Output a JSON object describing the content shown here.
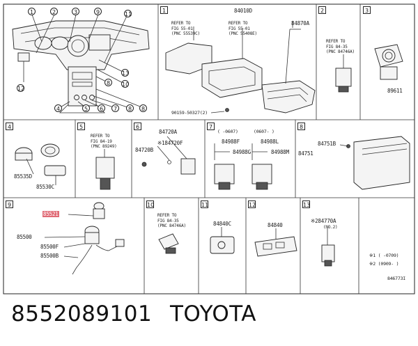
{
  "panels": [
    {
      "id": "1",
      "labels": {
        "main": "84010D",
        "refA": "REFER TO\nFIG 55-01\n(PNC 55539C)",
        "refB": "REFER TO\nFIG 55-01\n(PNC 55408E)",
        "p2": "84870A",
        "bolt": "90159-50327(2)"
      }
    },
    {
      "id": "2",
      "labels": {
        "ref": "REFER TO\nFIG 84-35\n(PNC 84746A)"
      }
    },
    {
      "id": "3",
      "labels": {
        "p1": "89611"
      }
    },
    {
      "id": "4",
      "labels": {
        "p1": "85535D",
        "p2": "85530C"
      }
    },
    {
      "id": "5",
      "labels": {
        "ref": "REFER TO\nFIG 84-19\n(PNC 89249)"
      }
    },
    {
      "id": "6",
      "labels": {
        "p1": "84720A",
        "p2": "※184720F",
        "p3": "84720B"
      }
    },
    {
      "id": "7",
      "labels": {
        "rangeA": "(     -0607)",
        "rangeB": "(0607-     )",
        "p1": "84988F",
        "p2": "84988L",
        "p3": "84988G",
        "p4": "84988M"
      }
    },
    {
      "id": "8",
      "labels": {
        "p1": "84751B",
        "p2": "84751"
      }
    },
    {
      "id": "9",
      "labels": {
        "hl": "85521",
        "p1": "85500",
        "p2": "85500F",
        "p3": "85500B"
      }
    },
    {
      "id": "10",
      "labels": {
        "ref": "REFER TO\nFIG 84-35\n(PNC 84746A)"
      }
    },
    {
      "id": "11",
      "labels": {
        "p1": "84840C"
      }
    },
    {
      "id": "12",
      "labels": {
        "p1": "84840"
      }
    },
    {
      "id": "13",
      "labels": {
        "p1": "※284770A",
        "p2": "(NO.2)"
      }
    }
  ],
  "overview_callouts": [
    "1",
    "2",
    "3",
    "4",
    "5",
    "6",
    "7",
    "8",
    "9",
    "10",
    "11",
    "12",
    "13"
  ],
  "notes": {
    "n1": "※1 (     -0709)",
    "n2": "※2 (0909-     )"
  },
  "figure_id": "846773I",
  "footer": {
    "part_number": "8552089101",
    "brand": "TOYOTA"
  }
}
